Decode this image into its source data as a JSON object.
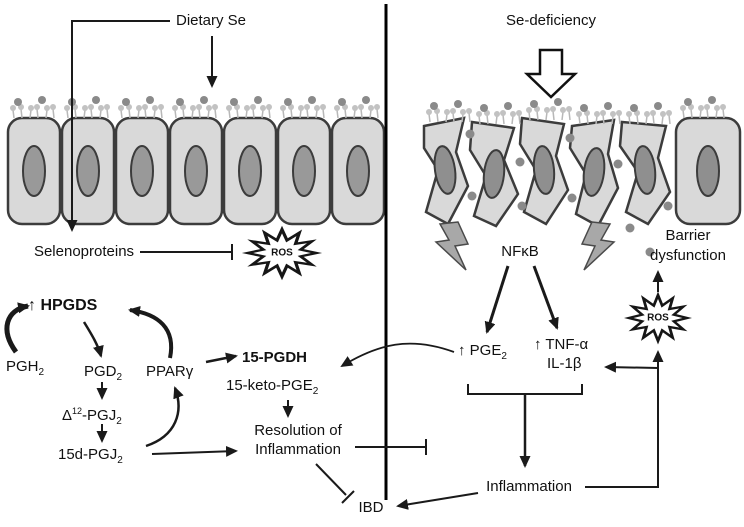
{
  "labels": {
    "dietary_se": "Dietary Se",
    "se_deficiency": "Se-deficiency",
    "barrier_dysfunction": "Barrier dysfunction",
    "selenoproteins": "Selenoproteins",
    "hpgds": "↑ HPGDS",
    "pgh": "PGH",
    "pgd": "PGD",
    "pparg": "PPARγ",
    "delta": "Δ",
    "sup12": "12",
    "pgj_mid": "-PGJ",
    "pgj15d": "15d-PGJ",
    "sub2": "2",
    "pgdh": "15-PGDH",
    "keto": "15-keto-PGE",
    "resolution": "Resolution of Inflammation",
    "ibd": "IBD",
    "nfkb": "NFκB",
    "pge": "↑ PGE",
    "tnf": "↑ TNF-α",
    "il1b": "IL-1β",
    "inflammation": "Inflammation",
    "ros": "ROS"
  },
  "colors": {
    "line": "#1a1a1a",
    "cell_fill": "#d9d9d9",
    "cell_stroke": "#3c3c3c",
    "nucleus": "#999999",
    "bacteria_dot": "#8a8a8a",
    "bolt_fill": "#a8a8a8"
  }
}
